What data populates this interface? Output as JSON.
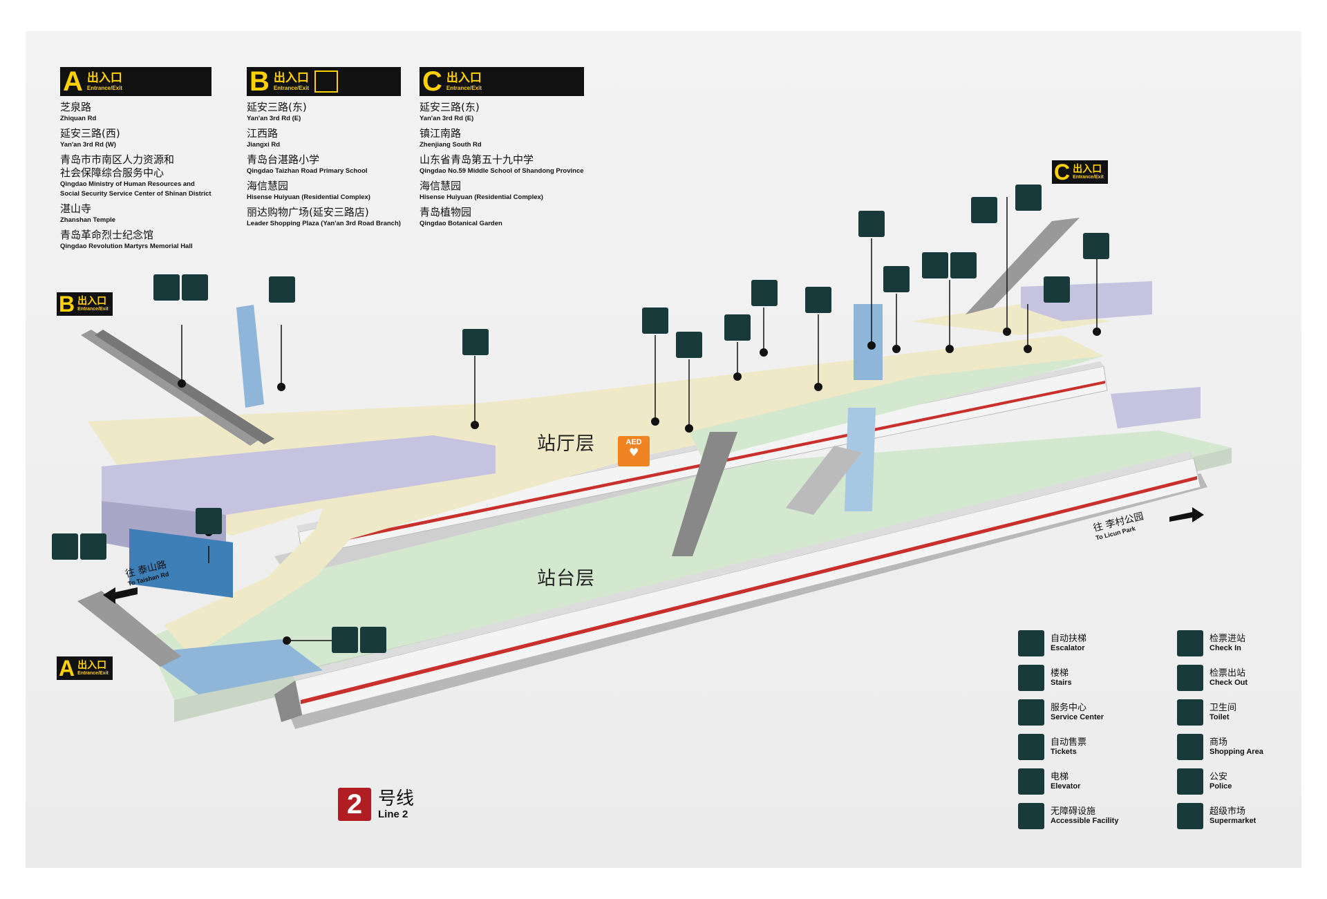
{
  "exits": [
    {
      "letter": "A",
      "cn": "出入口",
      "en": "Entrance/Exit",
      "destinations": [
        {
          "cn": "芝泉路",
          "en": "Zhiquan Rd"
        },
        {
          "cn": "延安三路(西)",
          "en": "Yan'an 3rd Rd (W)"
        },
        {
          "cn": "青岛市市南区人力资源和\n社会保障综合服务中心",
          "en": "Qingdao Ministry of Human Resources and\nSocial Security Service Center of Shinan District"
        },
        {
          "cn": "湛山寺",
          "en": "Zhanshan Temple"
        },
        {
          "cn": "青岛革命烈士纪念馆",
          "en": "Qingdao Revolution Martyrs Memorial Hall"
        }
      ]
    },
    {
      "letter": "B",
      "cn": "出入口",
      "en": "Entrance/Exit",
      "destinations": [
        {
          "cn": "延安三路(东)",
          "en": "Yan'an 3rd Rd (E)"
        },
        {
          "cn": "江西路",
          "en": "Jiangxi Rd"
        },
        {
          "cn": "青岛台湛路小学",
          "en": "Qingdao Taizhan Road Primary School"
        },
        {
          "cn": "海信慧园",
          "en": "Hisense Huiyuan (Residential Complex)"
        },
        {
          "cn": "丽达购物广场(延安三路店)",
          "en": "Leader Shopping Plaza (Yan'an 3rd Road Branch)"
        }
      ]
    },
    {
      "letter": "C",
      "cn": "出入口",
      "en": "Entrance/Exit",
      "destinations": [
        {
          "cn": "延安三路(东)",
          "en": "Yan'an 3rd Rd (E)"
        },
        {
          "cn": "镇江南路",
          "en": "Zhenjiang South Rd"
        },
        {
          "cn": "山东省青岛第五十九中学",
          "en": "Qingdao No.59 Middle School of Shandong Province"
        },
        {
          "cn": "海信慧园",
          "en": "Hisense Huiyuan (Residential Complex)"
        },
        {
          "cn": "青岛植物园",
          "en": "Qingdao Botanical Garden"
        }
      ]
    }
  ],
  "map_exit_badges": [
    {
      "letter": "B",
      "cn": "出入口",
      "en": "Entrance/Exit"
    },
    {
      "letter": "A",
      "cn": "出入口",
      "en": "Entrance/Exit"
    },
    {
      "letter": "C",
      "cn": "出入口",
      "en": "Entrance/Exit"
    }
  ],
  "floors": {
    "concourse": "站厅层",
    "platform": "站台层"
  },
  "directions": {
    "west": {
      "cn": "往 泰山路",
      "en": "To Taishan Rd"
    },
    "east": {
      "cn": "往 李村公园",
      "en": "To Licun Park"
    }
  },
  "aed": {
    "label": "AED"
  },
  "line": {
    "number": "2",
    "cn": "号线",
    "en": "Line 2"
  },
  "legend": [
    {
      "icon": "escalator-icon",
      "cn": "自动扶梯",
      "en": "Escalator"
    },
    {
      "icon": "stairs-icon",
      "cn": "楼梯",
      "en": "Stairs"
    },
    {
      "icon": "service-center-icon",
      "cn": "服务中心",
      "en": "Service Center"
    },
    {
      "icon": "ticket-machine-icon",
      "cn": "自动售票",
      "en": "Tickets"
    },
    {
      "icon": "elevator-icon",
      "cn": "电梯",
      "en": "Elevator"
    },
    {
      "icon": "accessible-icon",
      "cn": "无障碍设施",
      "en": "Accessible Facility"
    },
    {
      "icon": "check-in-icon",
      "cn": "检票进站",
      "en": "Check In"
    },
    {
      "icon": "check-out-icon",
      "cn": "检票出站",
      "en": "Check Out"
    },
    {
      "icon": "toilet-icon",
      "cn": "卫生间",
      "en": "Toilet"
    },
    {
      "icon": "shopping-icon",
      "cn": "商场",
      "en": "Shopping Area"
    },
    {
      "icon": "police-icon",
      "cn": "公安",
      "en": "Police"
    },
    {
      "icon": "supermarket-icon",
      "cn": "超级市场",
      "en": "Supermarket"
    }
  ],
  "colors": {
    "concourse": "#efe9c8",
    "platform": "#d4e8d0",
    "icon_bg": "#183a3a",
    "exit_yellow": "#ffd100",
    "line2_red": "#b01e23",
    "aed_orange": "#f08422",
    "lavender": "#c5c3df",
    "blue_block": "#3d7fb6"
  }
}
